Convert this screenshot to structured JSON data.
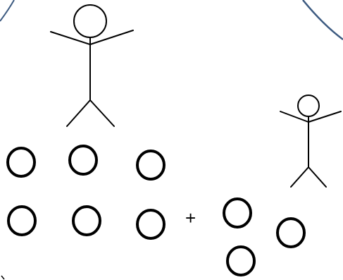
{
  "colors": {
    "ink": "#000000",
    "frame_arc": "#3c5a80",
    "background": "#ffffff"
  },
  "figures": [
    {
      "name": "adult",
      "icon": "stick-figure-icon"
    },
    {
      "name": "child",
      "icon": "stick-figure-icon"
    }
  ],
  "groups": {
    "left_circle_count": 6,
    "right_circle_count": 3
  },
  "operator": "+"
}
